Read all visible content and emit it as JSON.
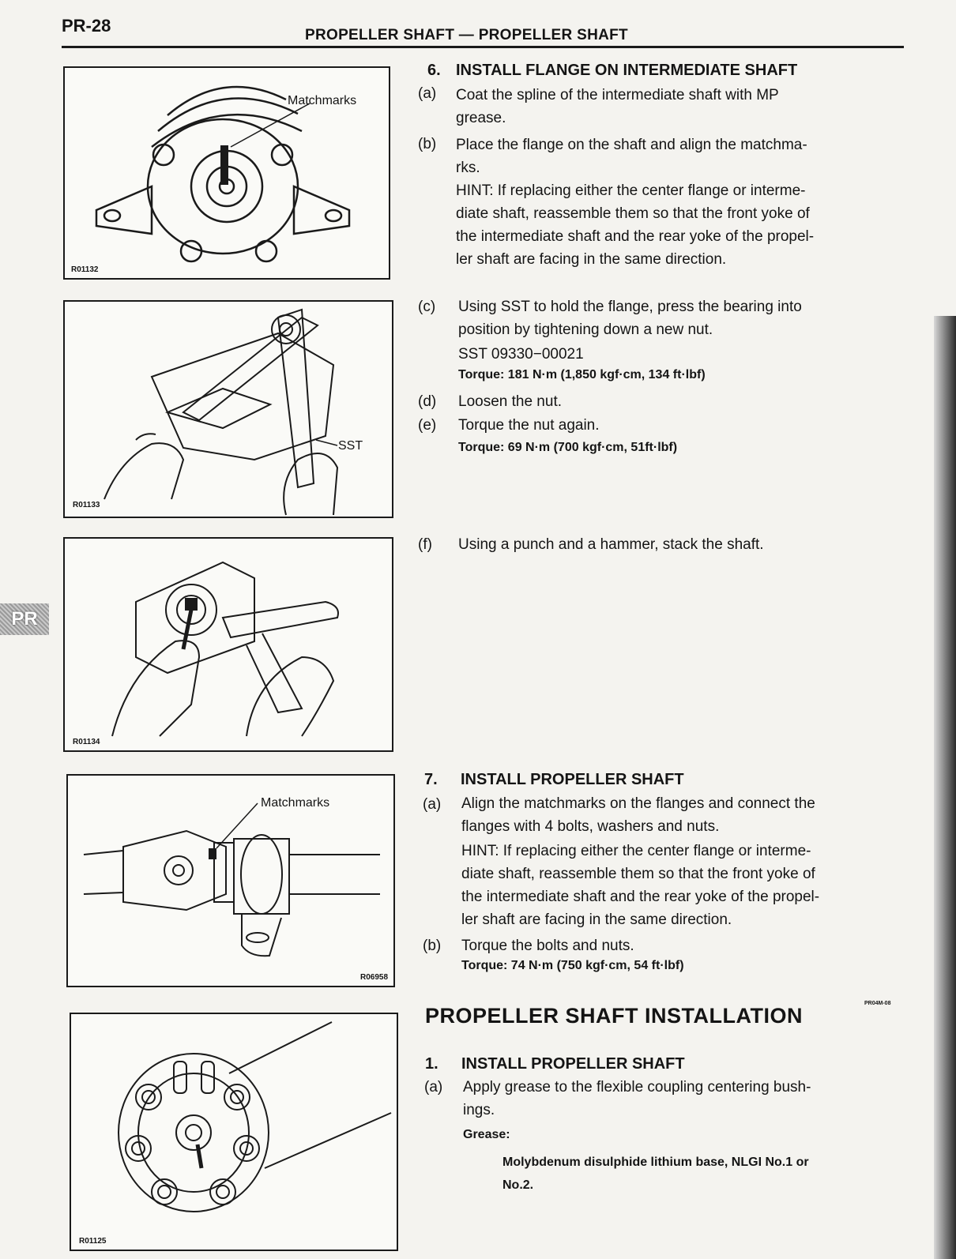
{
  "page": {
    "number": "PR-28",
    "header": "PROPELLER SHAFT — PROPELLER SHAFT",
    "side_tab": "PR"
  },
  "figures": [
    {
      "id": "R01132",
      "callouts": [
        "Matchmarks"
      ]
    },
    {
      "id": "R01133",
      "callouts": [
        "SST"
      ]
    },
    {
      "id": "R01134",
      "callouts": []
    },
    {
      "id": "R06958",
      "callouts": [
        "Matchmarks"
      ]
    },
    {
      "id": "R01125",
      "callouts": []
    }
  ],
  "section6": {
    "number": "6.",
    "title": "INSTALL FLANGE ON INTERMEDIATE SHAFT",
    "a_label": "(a)",
    "a_text": [
      "Coat the spline of the intermediate shaft with MP",
      "grease."
    ],
    "b_label": "(b)",
    "b_text": [
      "Place the flange on the shaft and align the matchma-",
      "rks."
    ],
    "hint": [
      "HINT: If replacing either the center flange or interme-",
      "diate shaft, reassemble them so that the front yoke of",
      "the intermediate shaft and the rear yoke of the propel-",
      "ler shaft are facing in the same direction."
    ],
    "c_label": "(c)",
    "c_text": [
      "Using SST to hold the flange, press the bearing into",
      "position by tightening down a new nut."
    ],
    "sst": "SST 09330−00021",
    "torque_c": "Torque: 181 N·m (1,850 kgf·cm, 134 ft·lbf)",
    "d_label": "(d)",
    "d_text": "Loosen the nut.",
    "e_label": "(e)",
    "e_text": "Torque the nut again.",
    "torque_e": "Torque: 69 N·m (700 kgf·cm, 51ft·lbf)",
    "f_label": "(f)",
    "f_text": "Using a punch and a hammer, stack the shaft."
  },
  "section7": {
    "number": "7.",
    "title": "INSTALL PROPELLER SHAFT",
    "a_label": "(a)",
    "a_text": [
      "Align the matchmarks on the flanges and connect the",
      "flanges with 4 bolts, washers and nuts."
    ],
    "hint": [
      "HINT: If replacing either the center flange or interme-",
      "diate shaft, reassemble them so that the front yoke of",
      "the intermediate shaft and the rear yoke of the propel-",
      "ler shaft are facing in the same direction."
    ],
    "b_label": "(b)",
    "b_text": "Torque the bolts and nuts.",
    "torque_b": "Torque: 74 N·m (750 kgf·cm, 54 ft·lbf)"
  },
  "installation": {
    "title": "PROPELLER SHAFT INSTALLATION",
    "code": "PR04M-08",
    "step_number": "1.",
    "step_title": "INSTALL PROPELLER SHAFT",
    "a_label": "(a)",
    "a_text": [
      "Apply grease to the flexible coupling centering bush-",
      "ings."
    ],
    "grease_label": "Grease:",
    "grease_value": [
      "Molybdenum disulphide lithium base, NLGI No.1 or",
      "No.2."
    ]
  }
}
